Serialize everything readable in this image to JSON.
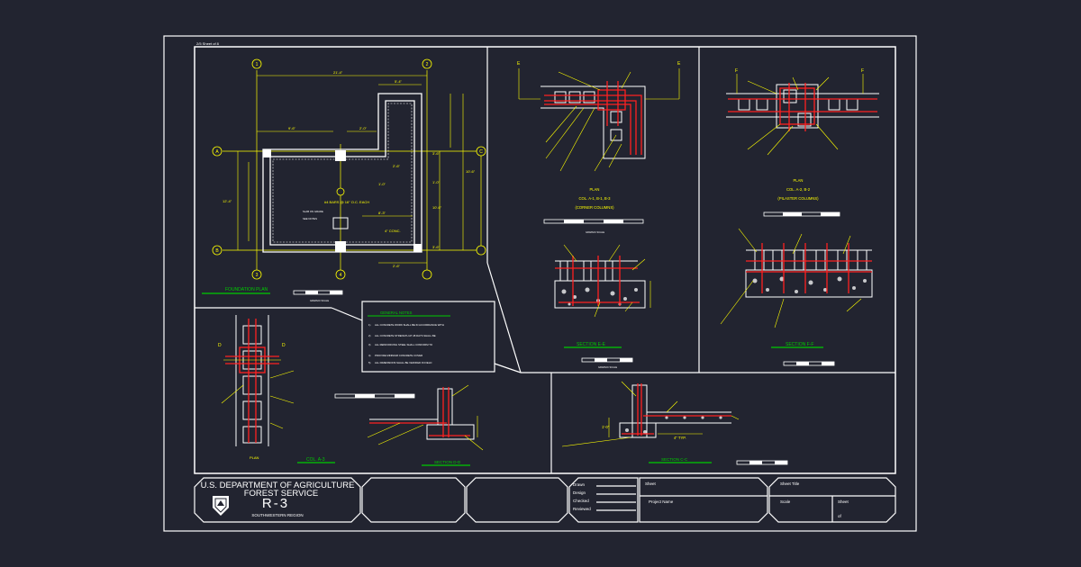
{
  "colors": {
    "background": "#222430",
    "border": "#ffffff",
    "dimension": "#ffff00",
    "rebar": "#ff2020",
    "title_underline": "#00cc00",
    "gridline": "#ffff00"
  },
  "drawing_ref": "2/5 Sheet of 8",
  "foundation_plan": {
    "title": "FOUNDATION PLAN",
    "grid_bubbles": [
      "1",
      "2",
      "3",
      "4",
      "A",
      "B",
      "C"
    ],
    "dims": {
      "overall_width": "21'-4\"",
      "top_right": "5'-4\"",
      "left_segment": "9'-6\"",
      "mid_segment": "2'-0\"",
      "right_segment": "2'-6\"",
      "left_height": "12'-4\"",
      "right_height_a": "3'-6\"",
      "right_height_b": "10'-6\"",
      "right_height_c": "3'-6\"",
      "room_width": "8'-3\"",
      "bottom_right": "2'-6\"",
      "offset": "10'-6\"",
      "small_a": "1'-0\"",
      "small_b": "1'-0\""
    },
    "notes": [
      "#4 BARS @ 16\" O.C. EACH",
      "SLAB ON GRADE",
      "SEE NOTES",
      "4\" CONC."
    ]
  },
  "general_notes": {
    "title": "GENERAL NOTES",
    "items": [
      "ALL CONCRETE WORK SHALL BE IN ACCORDANCE WITH",
      "ALL CONCRETE STRENGTH AT 28 DAYS SHALL BE",
      "ALL REINFORCING STEEL SHALL CONFORM TO",
      "PROVIDE MINIMUM CONCRETE COVER",
      "ALL DIMENSIONS SHALL BE VERIFIED IN FIELD"
    ]
  },
  "detail_e": {
    "plan_title": "PLAN",
    "title": "COL. A-1, B-1, B-3",
    "subtitle": "(CORNER COLUMNS)",
    "section_title": "SECTION E-E",
    "cut_marks": [
      "E",
      "E"
    ]
  },
  "detail_f": {
    "plan_title": "PLAN",
    "title": "COL. A-2, B-2",
    "subtitle": "(PILASTER COLUMNS)",
    "section_title": "SECTION F-F",
    "cut_marks": [
      "F",
      "F"
    ]
  },
  "detail_d": {
    "plan_title": "PLAN",
    "title": "COL. A-3",
    "section_title": "SECTION D-D",
    "cut_marks": [
      "D",
      "D"
    ]
  },
  "detail_c": {
    "section_title": "SECTION C-C",
    "dim_a": "1'-0\"",
    "dim_b": "4\" TYP."
  },
  "scale_label": "GRAPHIC SCALE",
  "title_block": {
    "agency_line1": "U.S. DEPARTMENT OF AGRICULTURE",
    "agency_line2": "FOREST SERVICE",
    "region_code": "R-3",
    "region_name": "SOUTHWESTERN REGION",
    "roles": [
      "Drawn",
      "Design",
      "Checked",
      "Reviewed"
    ],
    "field_project_top": "Sheet",
    "field_project_name": "Project Name",
    "field_sheet_title": "Sheet Title",
    "field_scale": "Scale",
    "field_sheet": "Sheet",
    "sheet_value": "of"
  }
}
